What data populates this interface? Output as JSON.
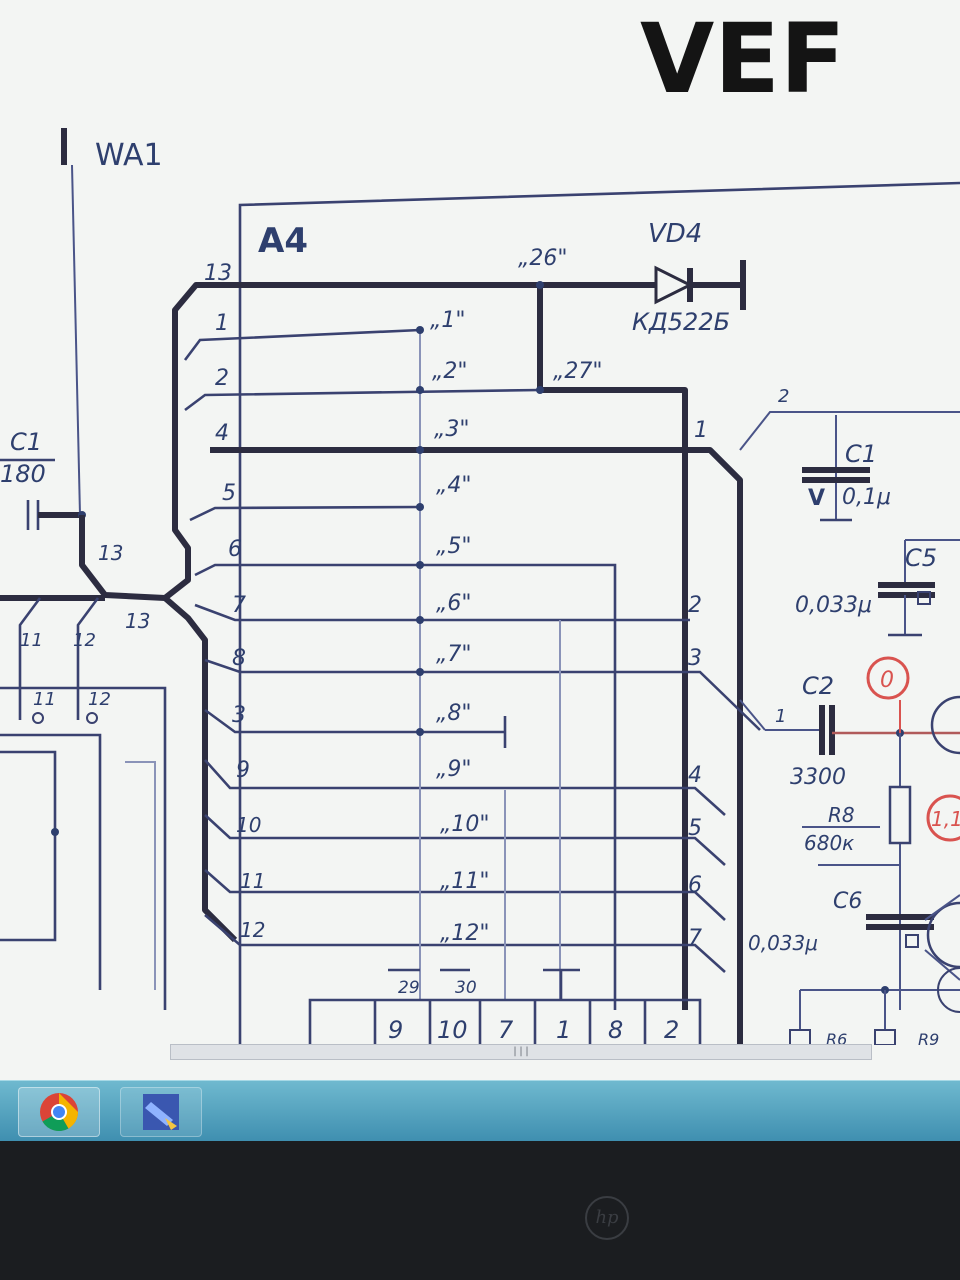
{
  "title": "VEF",
  "antenna": "WA1",
  "block": "A4",
  "diode": {
    "ref": "VD4",
    "part": "КД522Б"
  },
  "pins_left": [
    "13",
    "1",
    "2",
    "4",
    "5",
    "6",
    "7",
    "8",
    "3",
    "9",
    "10",
    "11",
    "12"
  ],
  "contacts": [
    "„1\"",
    "„2\"",
    "„3\"",
    "„4\"",
    "„5\"",
    "„6\"",
    "„7\"",
    "„8\"",
    "„9\"",
    "„10\"",
    "„11\"",
    "„12\""
  ],
  "jumpers": {
    "top": "„26\"",
    "mid": "„27\""
  },
  "pins_right": [
    "1",
    "2",
    "3",
    "4",
    "5",
    "6",
    "7"
  ],
  "bottom_connector": [
    "9",
    "10",
    "7",
    "1",
    "8",
    "2"
  ],
  "bottom_labels": [
    "29",
    "30"
  ],
  "left_labels": {
    "c1": "C1",
    "c1_value": "180",
    "n13a": "13",
    "n13b": "13",
    "n11": "11",
    "n12": "12",
    "n11b": "11",
    "n12b": "12"
  },
  "right_components": {
    "c1_ref": "C1",
    "c1_value": "0,1μ",
    "c5_ref": "C5",
    "c5_value": "0,033μ",
    "c2_ref": "C2",
    "c2_value": "3300",
    "r8_ref": "R8",
    "r8_value": "680к",
    "c6_ref": "C6",
    "c6_value": "0,033μ",
    "r6_ref": "R6",
    "r9_ref": "R9",
    "node_pin2": "2",
    "node_pin1": "1",
    "marker_0": "0",
    "marker_1": "1,1"
  },
  "colors": {
    "ink": "#2e3f6e",
    "paper": "#f3f5f3",
    "marker": "#d9534f"
  },
  "taskbar": {
    "items": [
      "chrome-icon",
      "image-viewer-icon"
    ]
  }
}
